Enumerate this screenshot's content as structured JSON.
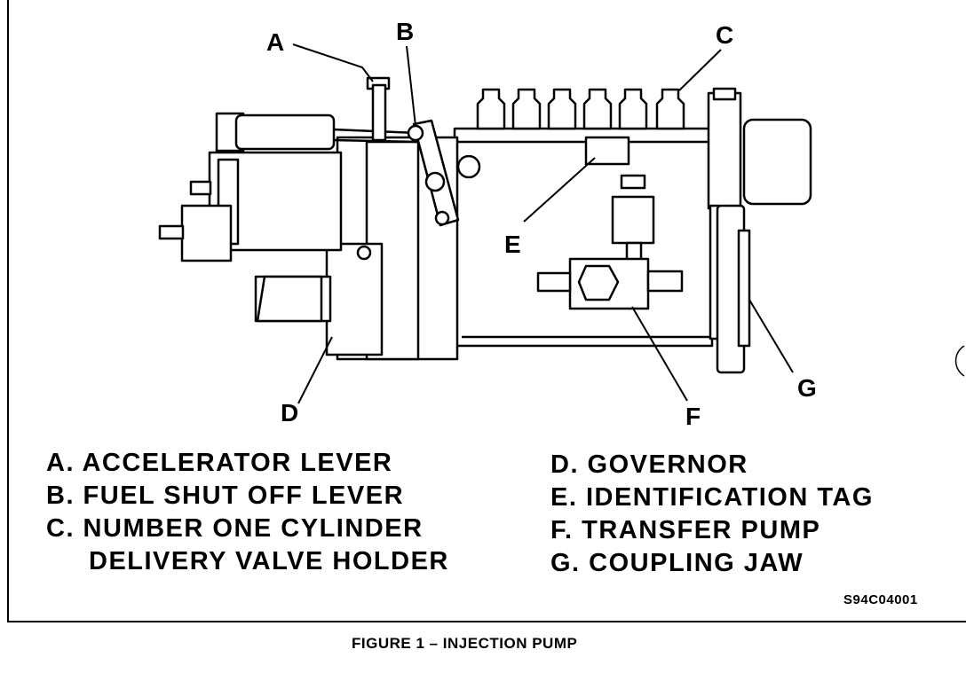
{
  "callouts": {
    "a": "A",
    "b": "B",
    "c": "C",
    "d": "D",
    "e": "E",
    "f": "F",
    "g": "G"
  },
  "legend_left": [
    "A. ACCELERATOR LEVER",
    "B. FUEL SHUT OFF LEVER",
    "C. NUMBER ONE CYLINDER",
    "DELIVERY VALVE HOLDER"
  ],
  "legend_right": [
    "D. GOVERNOR",
    "E. IDENTIFICATION TAG",
    "F. TRANSFER PUMP",
    "G. COUPLING JAW"
  ],
  "code": "S94C04001",
  "caption": "FIGURE 1 – INJECTION PUMP"
}
